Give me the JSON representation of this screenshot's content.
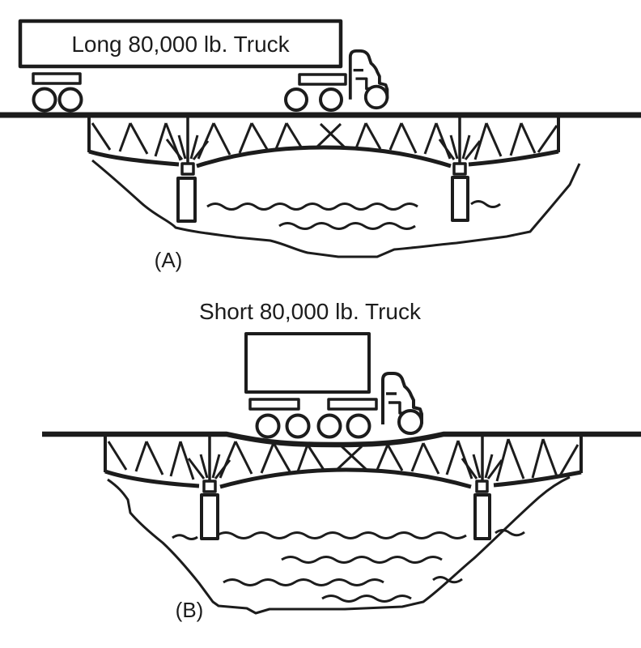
{
  "figure": {
    "colors": {
      "line": "#1c1c1c",
      "background": "#ffffff"
    },
    "panel_a": {
      "truck_label": "Long 80,000 lb. Truck",
      "caption": "(A)"
    },
    "panel_b": {
      "truck_label": "Short 80,000 lb. Truck",
      "caption": "(B)"
    }
  }
}
